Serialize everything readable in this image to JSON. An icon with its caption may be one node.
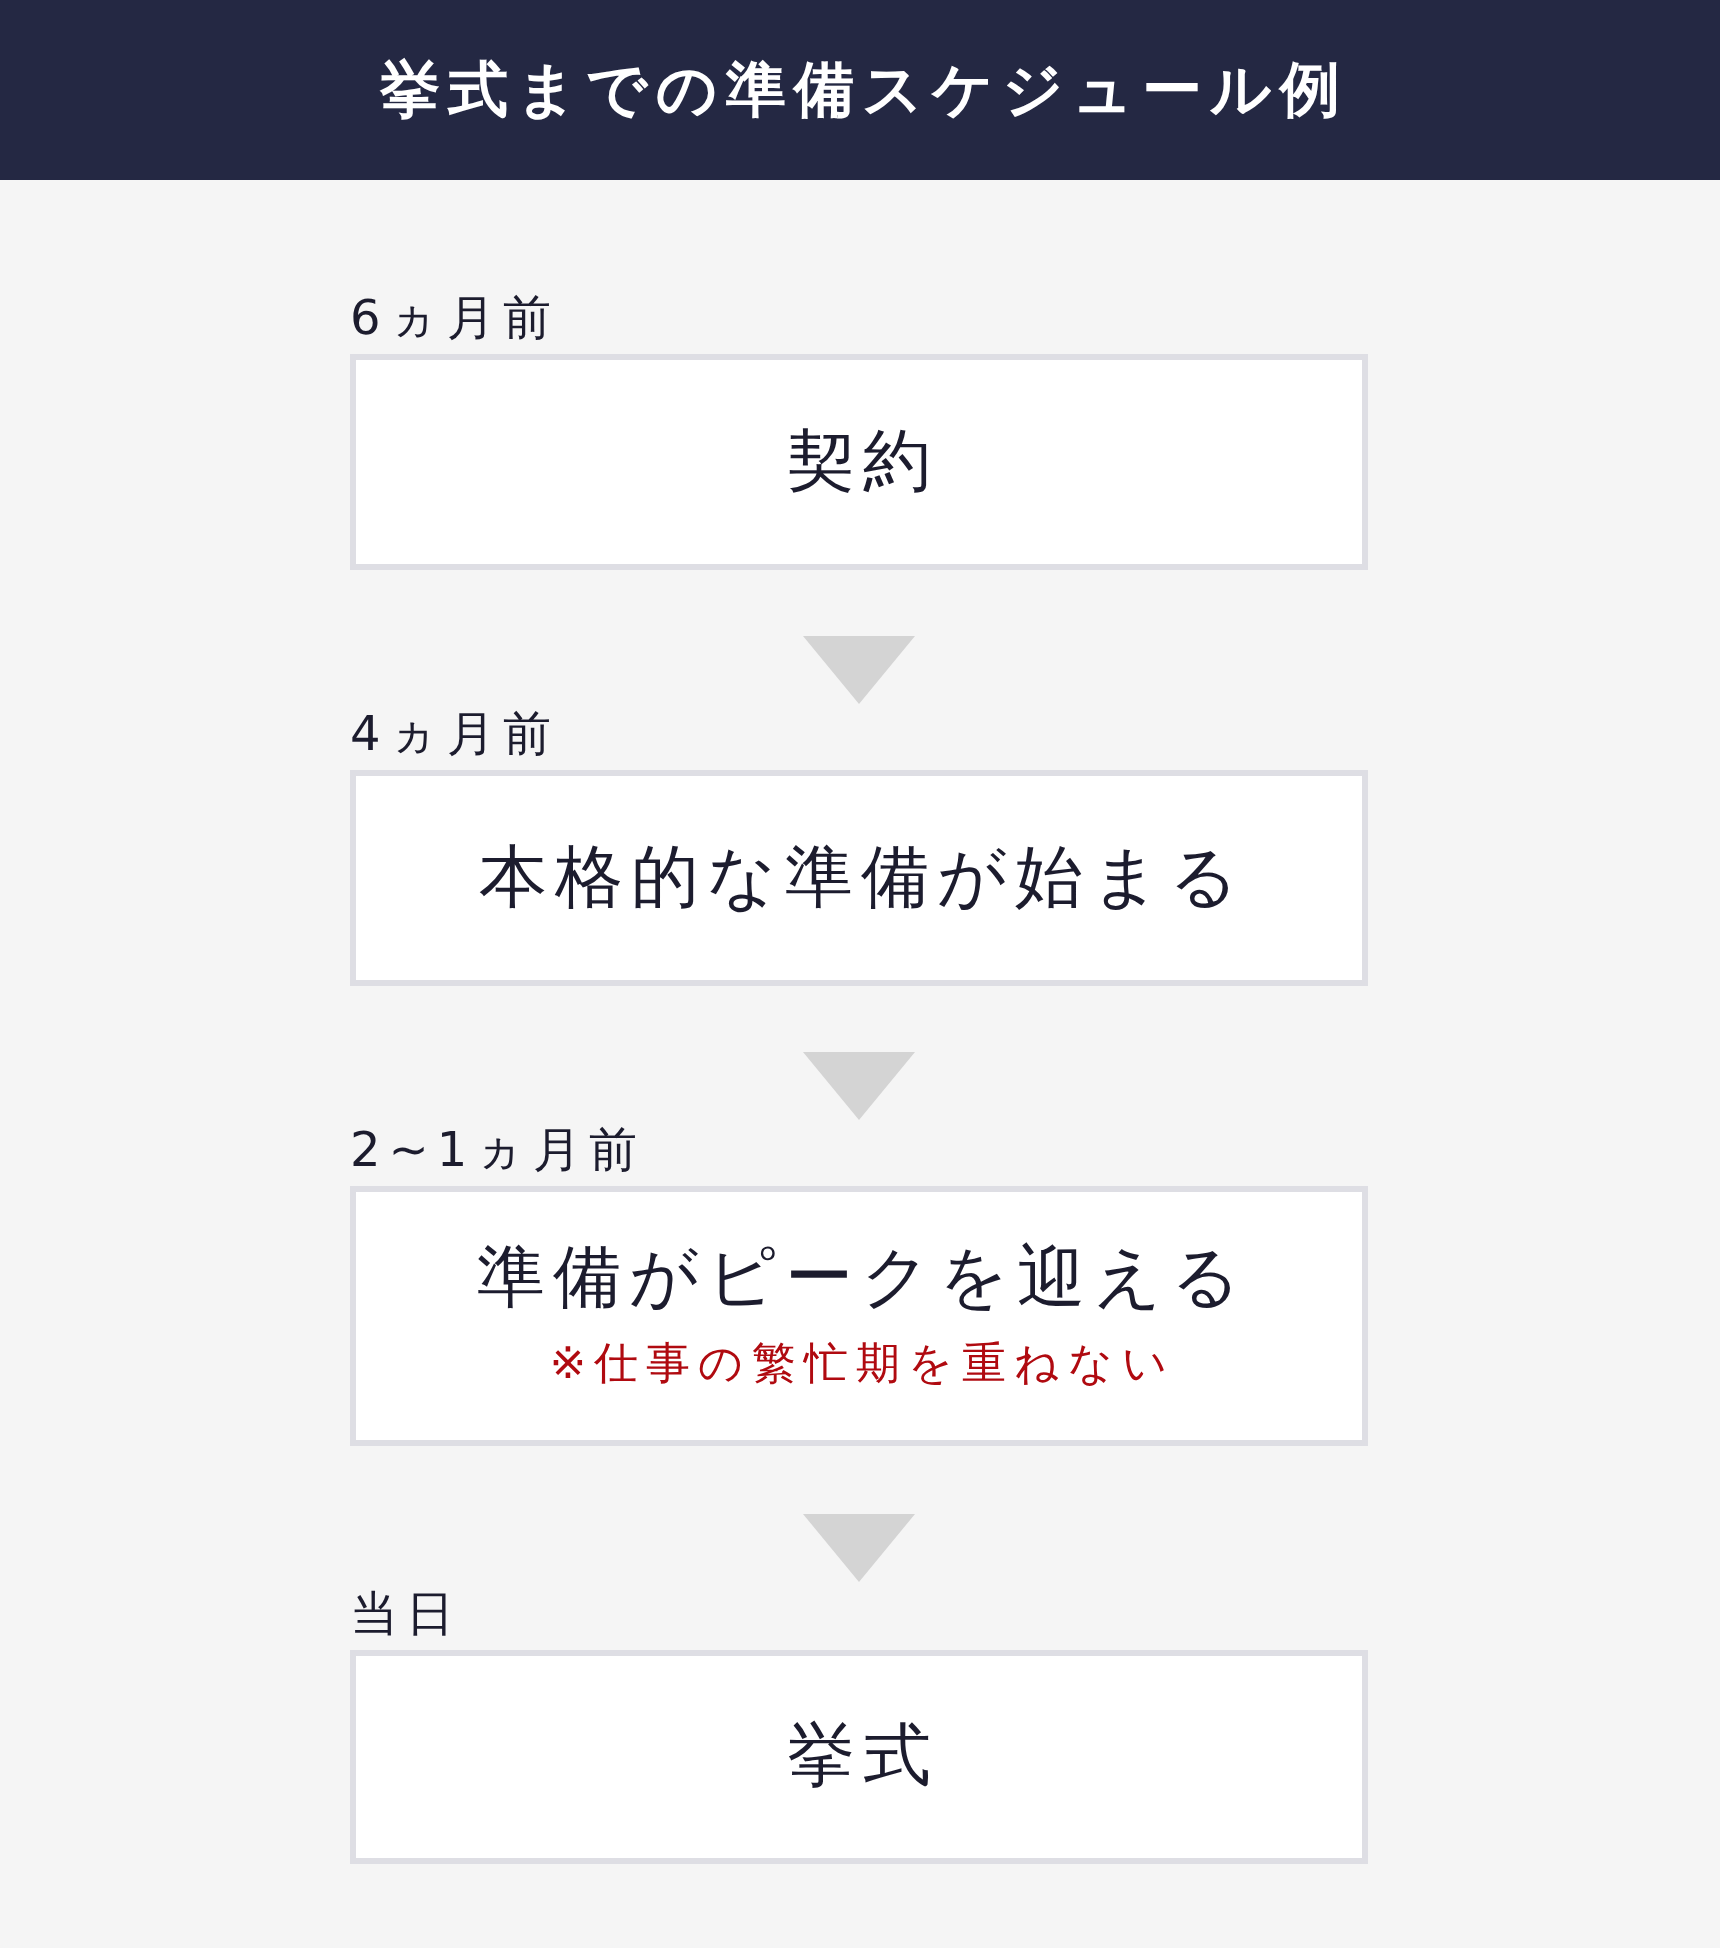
{
  "diagram": {
    "title": "挙式までの準備スケジュール例",
    "nodes": [
      {
        "text": [
          "6ヵ月前",
          "契約"
        ]
      },
      {
        "text": [
          "4ヵ月前",
          "本格的な準備が始まる"
        ]
      },
      {
        "text": [
          "2~1ヵ月前",
          "準備がピークを迎える",
          "※仕事の繁忙期を重ねない"
        ]
      },
      {
        "text": [
          "当日",
          "挙式"
        ]
      }
    ],
    "edges": [
      {
        "from": 0,
        "to": 1,
        "arrow": "to"
      },
      {
        "from": 1,
        "to": 2,
        "arrow": "to"
      },
      {
        "from": 2,
        "to": 3,
        "arrow": "to"
      }
    ]
  }
}
